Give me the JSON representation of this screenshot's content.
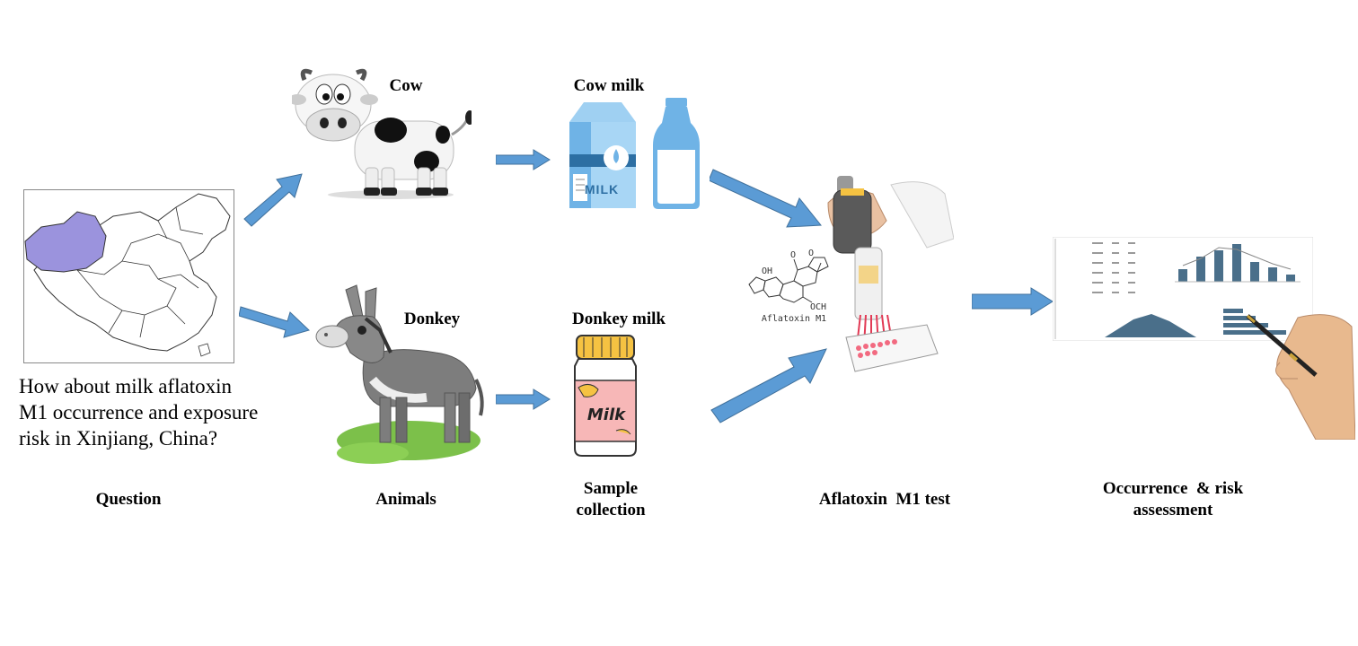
{
  "question": {
    "lines": [
      "How about milk aflatoxin",
      "M1 occurrence and exposure",
      "risk in Xinjiang,  China?"
    ]
  },
  "labels": {
    "cow": "Cow",
    "donkey": "Donkey",
    "cow_milk": "Cow milk",
    "donkey_milk": "Donkey milk",
    "milk_carton_text": "MILK",
    "milk_jar_text": "Milk",
    "molecule": "Aflatoxin M1"
  },
  "stages": {
    "question": "Question",
    "animals": "Animals",
    "sample_line1": "Sample",
    "sample_line2": "collection",
    "test": "Aflatoxin  M1 test",
    "assessment_line1": "Occurrence  & risk",
    "assessment_line2": "assessment"
  },
  "colors": {
    "arrow": "#5b9bd5",
    "xinjiang": "#9b93dd",
    "chart_bar": "#4a6f8a",
    "milk_blue": "#6fb3e6",
    "grass": "#7cc04a"
  },
  "icons": [
    "china-map-icon",
    "cow-icon",
    "donkey-icon",
    "milk-carton-icon",
    "milk-bottle-icon",
    "milk-jar-icon",
    "pipette-icon",
    "molecule-icon",
    "chart-report-icon",
    "pen-hand-icon"
  ]
}
